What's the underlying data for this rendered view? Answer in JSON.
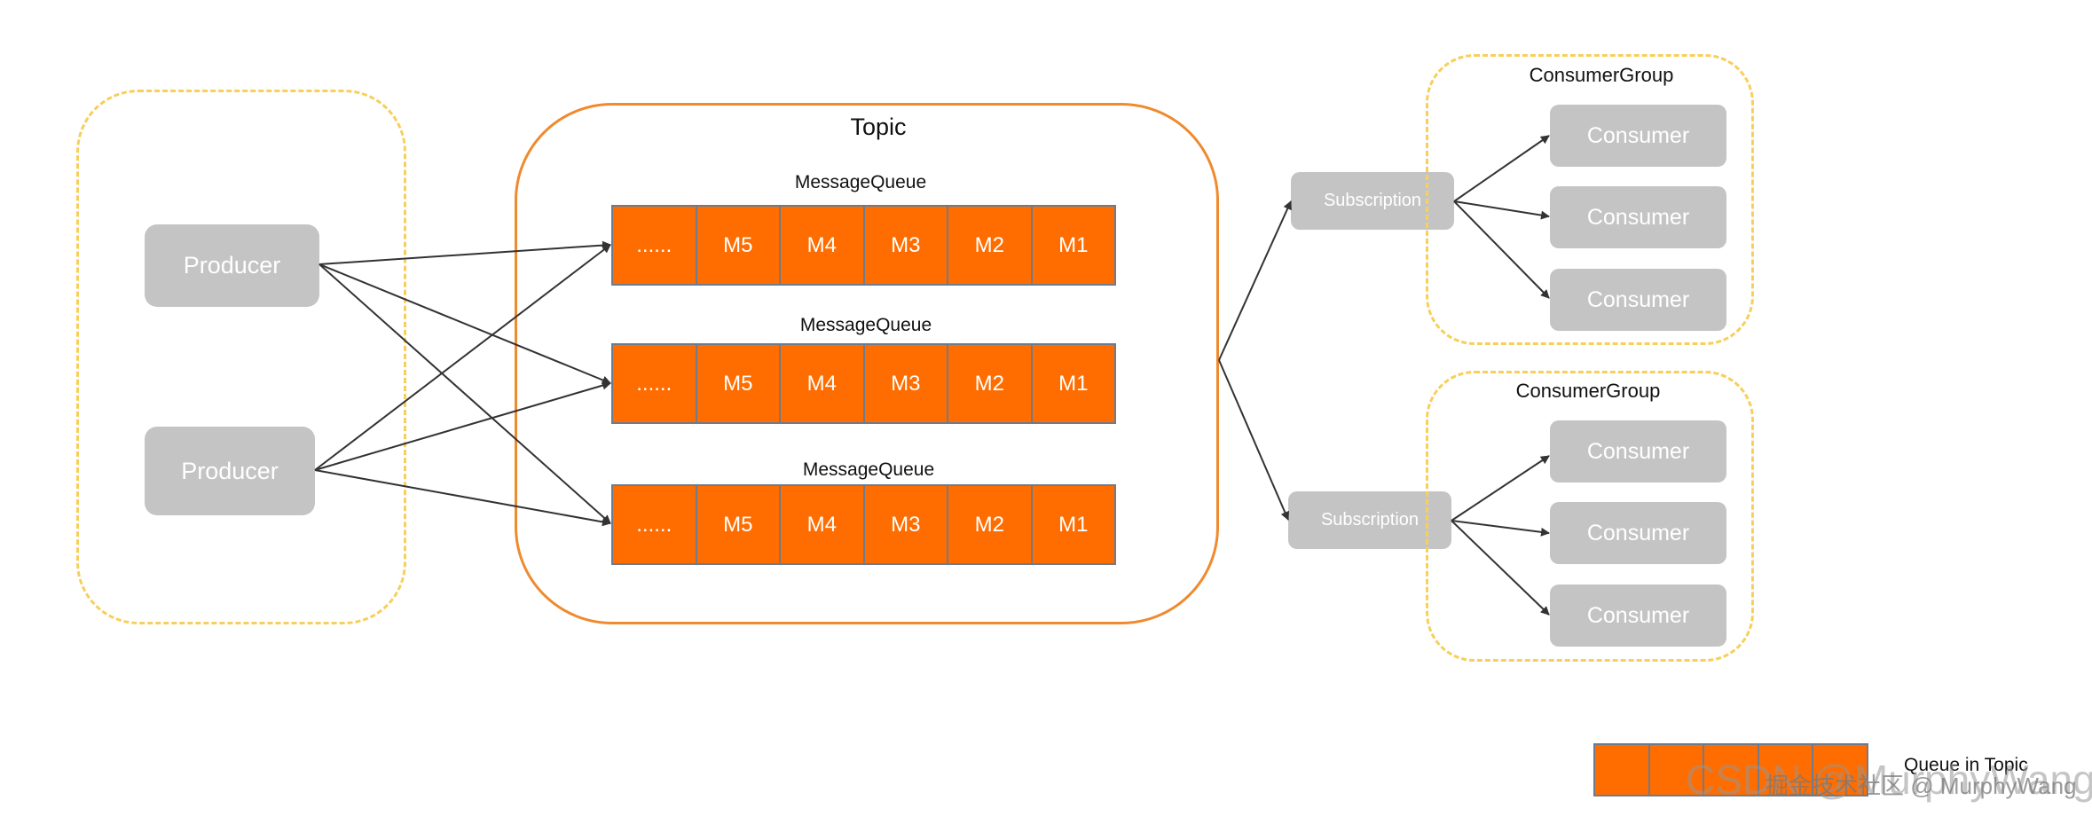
{
  "colors": {
    "queue_fill": "#ff6d00",
    "queue_border": "#6d7b8d",
    "node_gray": "#c4c4c4",
    "dashed_border": "#f7cf5a",
    "topic_border": "#ef8a2e",
    "arrow": "#333333"
  },
  "producers": [
    "Producer",
    "Producer"
  ],
  "topic": {
    "title": "Topic",
    "queues": [
      {
        "label": "MessageQueue",
        "cells": [
          "......",
          "M5",
          "M4",
          "M3",
          "M2",
          "M1"
        ]
      },
      {
        "label": "MessageQueue",
        "cells": [
          "......",
          "M5",
          "M4",
          "M3",
          "M2",
          "M1"
        ]
      },
      {
        "label": "MessageQueue",
        "cells": [
          "......",
          "M5",
          "M4",
          "M3",
          "M2",
          "M1"
        ]
      }
    ]
  },
  "subscriptions": [
    "Subscription",
    "Subscription"
  ],
  "consumer_groups": [
    {
      "title": "ConsumerGroup",
      "consumers": [
        "Consumer",
        "Consumer",
        "Consumer"
      ]
    },
    {
      "title": "ConsumerGroup",
      "consumers": [
        "Consumer",
        "Consumer",
        "Consumer"
      ]
    }
  ],
  "legend": {
    "label": "Queue in Topic"
  },
  "watermark": {
    "csdn": "CSDN @MurphyWang",
    "juejin": "掘金技术社区 @ MurphyWang"
  }
}
